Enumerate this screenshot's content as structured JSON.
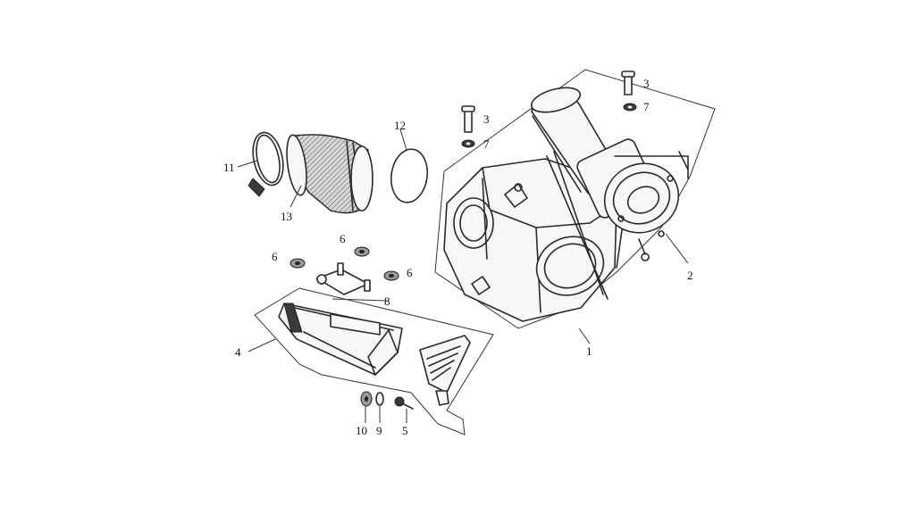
{
  "callouts": {
    "c1": "1",
    "c2": "2",
    "c3a": "3",
    "c3b": "3",
    "c4": "4",
    "c5": "5",
    "c6a": "6",
    "c6b": "6",
    "c6c": "6",
    "c7a": "7",
    "c7b": "7",
    "c8": "8",
    "c9": "9",
    "c10": "10",
    "c11": "11",
    "c12": "12",
    "c13": "13"
  },
  "colors": {
    "ink": "#2a2a2a",
    "background": "#ffffff"
  }
}
